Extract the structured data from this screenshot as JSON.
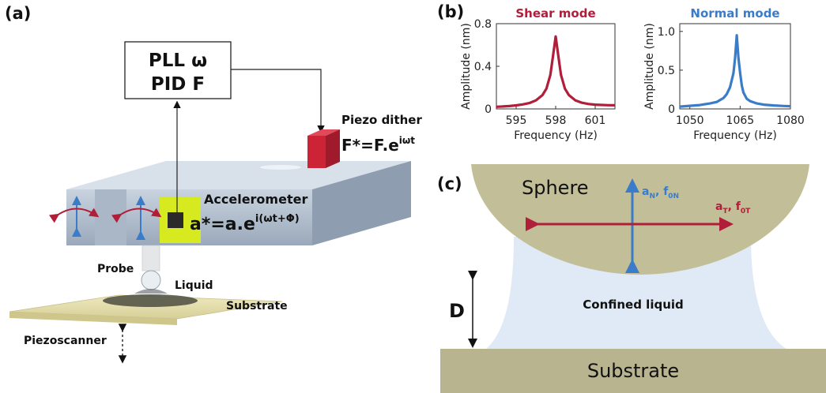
{
  "panel_labels": {
    "a": "(a)",
    "b": "(b)",
    "c": "(c)"
  },
  "panel_a": {
    "controller_line1": "PLL ω",
    "controller_line2": "PID F",
    "piezo_dither": "Piezo dither",
    "force_formula": {
      "base": "F*=F.e",
      "exp": "iωt"
    },
    "accelerometer": "Accelerometer",
    "accel_formula": {
      "base": "a*=a.e",
      "exp": "i(ωt+Φ)"
    },
    "probe": "Probe",
    "liquid": "Liquid",
    "substrate": "Substrate",
    "piezoscanner": "Piezoscanner"
  },
  "panel_c": {
    "sphere": "Sphere",
    "confined_liquid": "Confined liquid",
    "substrate": "Substrate",
    "gap_label": "D",
    "normal_label": {
      "a": "a",
      "a_sub": "N",
      "f": ", f",
      "f_sub": "0N"
    },
    "tangential_label": {
      "a": "a",
      "a_sub": "T",
      "f": ", f",
      "f_sub": "0T"
    }
  },
  "colors": {
    "shear": "#b01e3a",
    "normal": "#3a7cc9",
    "sphere": "#c2bf98",
    "liquid": "#dfeaf6",
    "substrate": "#b7b48f"
  },
  "chart_data": [
    {
      "type": "line",
      "title": "Shear mode",
      "xlabel": "Frequency (Hz)",
      "ylabel": "Amplitude (nm)",
      "xlim": [
        593.5,
        602.5
      ],
      "ylim": [
        0,
        0.8
      ],
      "xticks": [
        "595",
        "598",
        "601"
      ],
      "yticks": [
        "0",
        "0.4",
        "0.8"
      ],
      "color": "#b01e3a",
      "x": [
        593.5,
        594,
        594.5,
        595,
        595.5,
        596,
        596.5,
        597,
        597.3,
        597.6,
        597.8,
        598,
        598.2,
        598.4,
        598.7,
        599,
        599.5,
        600,
        600.5,
        601,
        601.5,
        602,
        602.5
      ],
      "y": [
        0.02,
        0.023,
        0.027,
        0.033,
        0.042,
        0.055,
        0.08,
        0.13,
        0.19,
        0.32,
        0.5,
        0.68,
        0.5,
        0.32,
        0.19,
        0.13,
        0.08,
        0.058,
        0.046,
        0.04,
        0.037,
        0.035,
        0.034
      ]
    },
    {
      "type": "line",
      "title": "Normal mode",
      "xlabel": "Frequency (Hz)",
      "ylabel": "Amplitude (nm)",
      "xlim": [
        1047,
        1080
      ],
      "ylim": [
        0,
        1.1
      ],
      "xticks": [
        "1050",
        "1065",
        "1080"
      ],
      "yticks": [
        "0",
        "0.5",
        "1.0"
      ],
      "color": "#3a7cc9",
      "x": [
        1047,
        1050,
        1053,
        1056,
        1058,
        1060,
        1061,
        1062,
        1063,
        1063.5,
        1064,
        1064.5,
        1065,
        1065.5,
        1066,
        1067,
        1068,
        1070,
        1072,
        1075,
        1078,
        1080
      ],
      "y": [
        0.03,
        0.04,
        0.05,
        0.07,
        0.09,
        0.14,
        0.19,
        0.28,
        0.46,
        0.66,
        0.95,
        0.66,
        0.46,
        0.3,
        0.21,
        0.13,
        0.1,
        0.07,
        0.055,
        0.045,
        0.038,
        0.035
      ]
    }
  ]
}
